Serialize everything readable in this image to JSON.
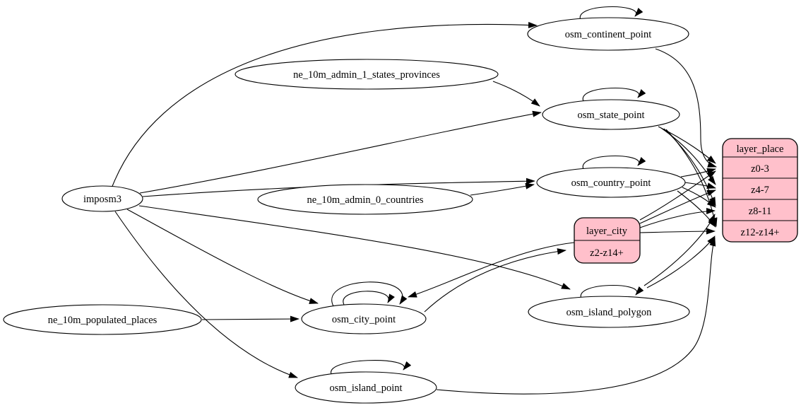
{
  "diagram_type": "graphviz-etl-dependency-graph",
  "colors": {
    "background": "#ffffff",
    "node_fill": "#ffffff",
    "record_fill": "#ffc0cb",
    "stroke": "#000000"
  },
  "nodes": {
    "imposm3": {
      "label": "imposm3",
      "shape": "ellipse"
    },
    "ne_10m_admin_1_states_provinces": {
      "label": "ne_10m_admin_1_states_provinces",
      "shape": "ellipse"
    },
    "ne_10m_admin_0_countries": {
      "label": "ne_10m_admin_0_countries",
      "shape": "ellipse"
    },
    "ne_10m_populated_places": {
      "label": "ne_10m_populated_places",
      "shape": "ellipse"
    },
    "osm_continent_point": {
      "label": "osm_continent_point",
      "shape": "ellipse",
      "self_loops": 1
    },
    "osm_state_point": {
      "label": "osm_state_point",
      "shape": "ellipse",
      "self_loops": 1
    },
    "osm_country_point": {
      "label": "osm_country_point",
      "shape": "ellipse",
      "self_loops": 1
    },
    "osm_city_point": {
      "label": "osm_city_point",
      "shape": "ellipse",
      "self_loops": 2
    },
    "osm_island_polygon": {
      "label": "osm_island_polygon",
      "shape": "ellipse",
      "self_loops": 1
    },
    "osm_island_point": {
      "label": "osm_island_point",
      "shape": "ellipse",
      "self_loops": 1
    }
  },
  "records": {
    "layer_city": {
      "title": "layer_city",
      "rows": [
        "z2-z14+"
      ]
    },
    "layer_place": {
      "title": "layer_place",
      "rows": [
        "z0-3",
        "z4-7",
        "z8-11",
        "z12-z14+"
      ]
    }
  },
  "edges": [
    {
      "from": "imposm3",
      "to": "osm_continent_point"
    },
    {
      "from": "imposm3",
      "to": "osm_state_point"
    },
    {
      "from": "imposm3",
      "to": "osm_country_point"
    },
    {
      "from": "imposm3",
      "to": "osm_city_point"
    },
    {
      "from": "imposm3",
      "to": "osm_island_polygon"
    },
    {
      "from": "imposm3",
      "to": "osm_island_point"
    },
    {
      "from": "ne_10m_admin_1_states_provinces",
      "to": "osm_state_point"
    },
    {
      "from": "ne_10m_admin_0_countries",
      "to": "osm_country_point"
    },
    {
      "from": "ne_10m_populated_places",
      "to": "osm_city_point"
    },
    {
      "from": "osm_continent_point",
      "to": "osm_continent_point"
    },
    {
      "from": "osm_state_point",
      "to": "osm_state_point"
    },
    {
      "from": "osm_country_point",
      "to": "osm_country_point"
    },
    {
      "from": "osm_city_point",
      "to": "osm_city_point"
    },
    {
      "from": "osm_city_point",
      "to": "osm_city_point"
    },
    {
      "from": "osm_island_polygon",
      "to": "osm_island_polygon"
    },
    {
      "from": "osm_island_point",
      "to": "osm_island_point"
    },
    {
      "from": "osm_city_point",
      "to": "layer_city:z2-z14+"
    },
    {
      "from": "layer_city",
      "to": "osm_city_point"
    },
    {
      "from": "osm_continent_point",
      "to": "layer_place:z0-3"
    },
    {
      "from": "osm_state_point",
      "to": "layer_place:z0-3"
    },
    {
      "from": "osm_state_point",
      "to": "layer_place:z4-7"
    },
    {
      "from": "osm_state_point",
      "to": "layer_place:z8-11"
    },
    {
      "from": "osm_state_point",
      "to": "layer_place:z12-z14+"
    },
    {
      "from": "osm_country_point",
      "to": "layer_place:z0-3"
    },
    {
      "from": "osm_country_point",
      "to": "layer_place:z4-7"
    },
    {
      "from": "osm_country_point",
      "to": "layer_place:z8-11"
    },
    {
      "from": "osm_country_point",
      "to": "layer_place:z12-z14+"
    },
    {
      "from": "layer_city",
      "to": "layer_place:z0-3"
    },
    {
      "from": "layer_city",
      "to": "layer_place:z4-7"
    },
    {
      "from": "layer_city",
      "to": "layer_place:z8-11"
    },
    {
      "from": "layer_city",
      "to": "layer_place:z12-z14+"
    },
    {
      "from": "osm_island_polygon",
      "to": "layer_place:z8-11"
    },
    {
      "from": "osm_island_polygon",
      "to": "layer_place:z12-z14+"
    },
    {
      "from": "osm_island_point",
      "to": "layer_place:z12-z14+"
    }
  ]
}
